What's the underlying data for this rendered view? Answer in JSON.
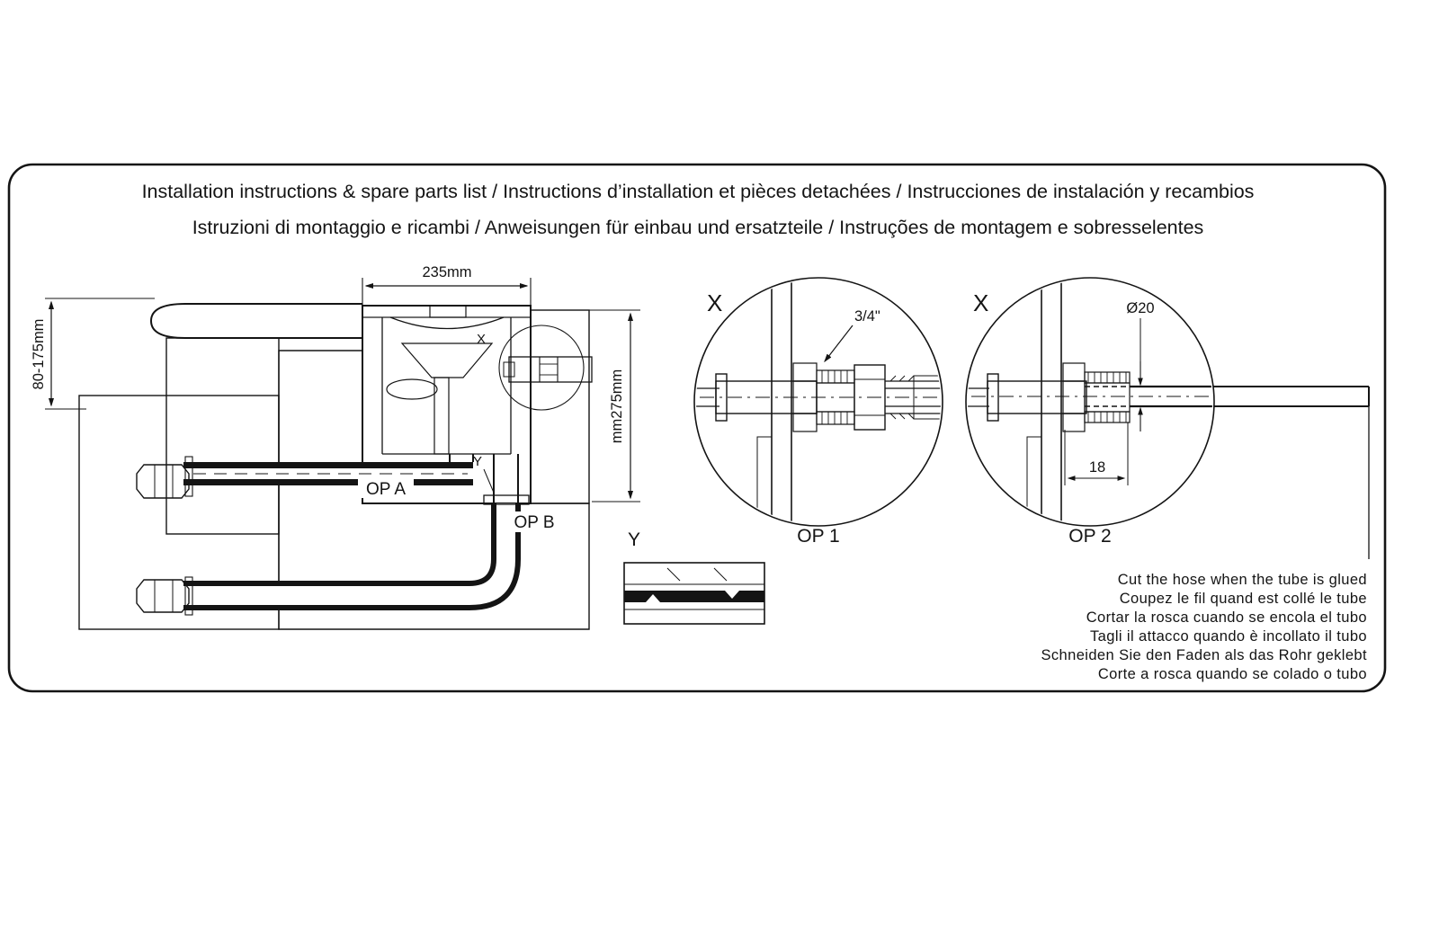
{
  "colors": {
    "line": "#141414",
    "background": "#ffffff"
  },
  "title": {
    "line1": "Installation instructions & spare parts list / Instructions d’installation et pièces detachées / Instrucciones de instalación y recambios",
    "line2": "Istruzioni di montaggio e ricambi / Anweisungen für einbau und ersatzteile / Instruções de montagem e sobresselentes"
  },
  "main_view": {
    "dim_width_top": "235mm",
    "dim_height_left": "80-175mm",
    "dim_height_right": "mm275mm",
    "detail_marker_x": "X",
    "detail_marker_y": "Y",
    "pipe_option_a": "OP A",
    "pipe_option_b": "OP B"
  },
  "detail_op1": {
    "marker": "X",
    "thread_size": "3/4\"",
    "caption": "OP 1"
  },
  "detail_op2": {
    "marker": "X",
    "tube_diameter": "Ø20",
    "insertion_depth": "18",
    "caption": "OP 2"
  },
  "detail_y": {
    "marker": "Y"
  },
  "notes": {
    "en": "Cut the hose when the tube is glued",
    "fr": "Coupez le fil quand est collé le tube",
    "es": "Cortar la rosca cuando se encola el tubo",
    "it": "Tagli il attacco quando è incollato il tubo",
    "de": "Schneiden Sie den Faden als das Rohr geklebt",
    "pt": "Corte a rosca quando se colado o tubo"
  }
}
